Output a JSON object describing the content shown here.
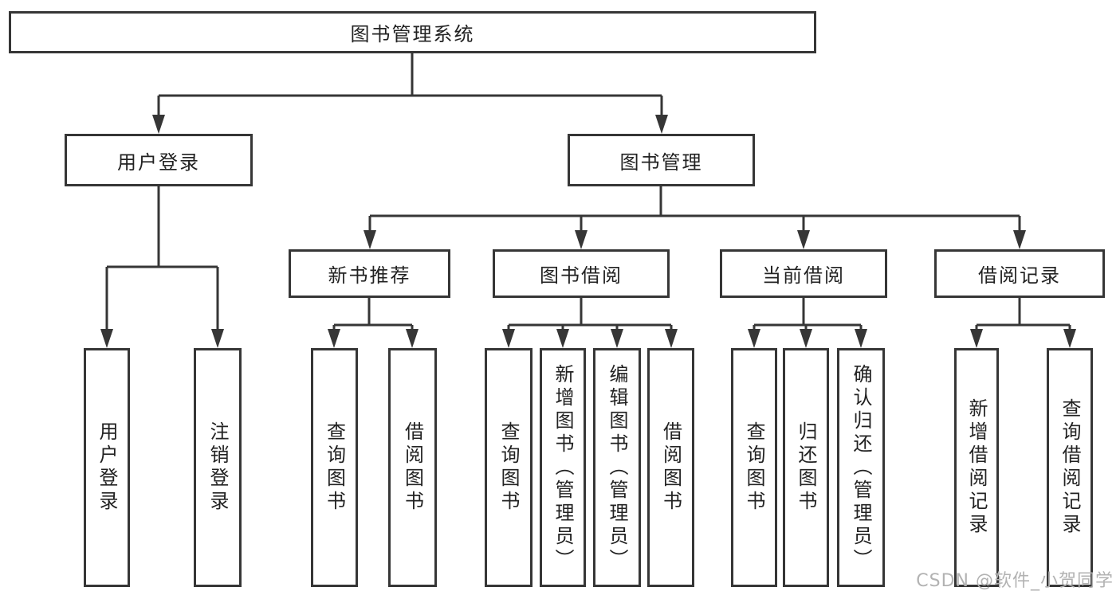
{
  "diagram": {
    "root": {
      "label": "图书管理系统"
    },
    "level2": [
      {
        "label": "用户登录"
      },
      {
        "label": "图书管理"
      }
    ],
    "level3": [
      {
        "label": "新书推荐"
      },
      {
        "label": "图书借阅"
      },
      {
        "label": "当前借阅"
      },
      {
        "label": "借阅记录"
      }
    ],
    "leaves": [
      {
        "label": "用户登录"
      },
      {
        "label": "注销登录"
      },
      {
        "label": "查询图书"
      },
      {
        "label": "借阅图书"
      },
      {
        "label": "查询图书"
      },
      {
        "label": "新增图书（管理员）"
      },
      {
        "label": "编辑图书（管理员）"
      },
      {
        "label": "借阅图书"
      },
      {
        "label": "查询图书"
      },
      {
        "label": "归还图书"
      },
      {
        "label": "确认归还（管理员）"
      },
      {
        "label": "新增借阅记录"
      },
      {
        "label": "查询借阅记录"
      }
    ]
  },
  "watermark": {
    "text": "CSDN @软件_小贺同学"
  },
  "colors": {
    "line": "#363636",
    "text": "#222222",
    "background": "#ffffff",
    "watermark": "#b2b2b2"
  }
}
